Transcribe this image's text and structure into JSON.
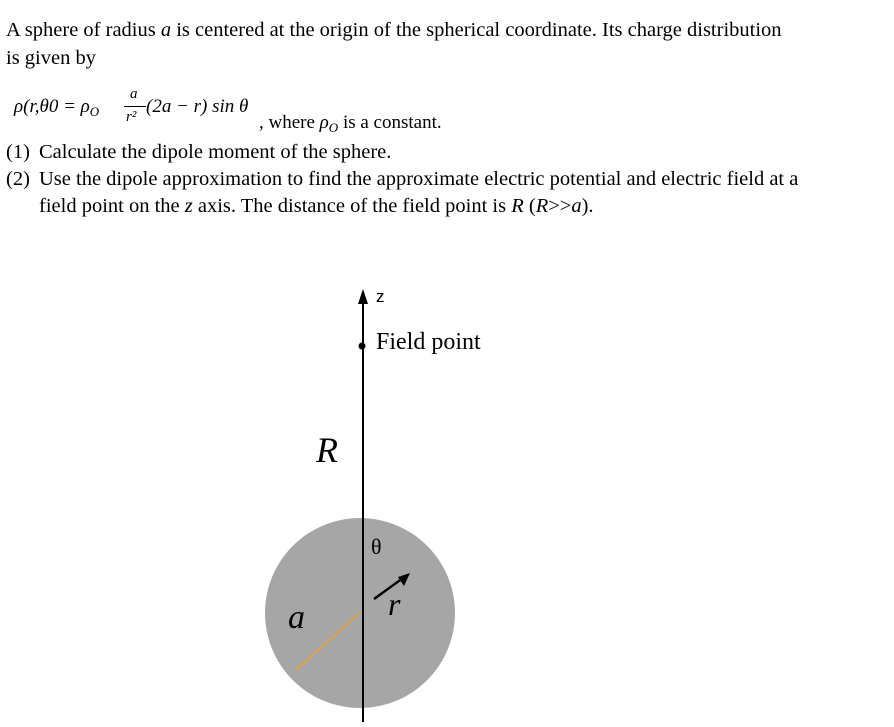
{
  "problem": {
    "line1": {
      "pre": "A sphere of radius ",
      "var_a": "a",
      "post": " is centered at the origin of the spherical coordinate.  Its charge distribution"
    },
    "line2": "is given by",
    "formula": {
      "lhs": "ρ(r,θ0 = ρ",
      "lhs_sub": "O",
      "frac_num": "a",
      "frac_den": "r²",
      "rhs": "(2a − r) sin θ"
    },
    "where": {
      "comma": ", where  ",
      "rho": "ρ",
      "rho_sub": "O",
      "post": " is a constant."
    },
    "q1": {
      "num": "(1)",
      "text": "Calculate the dipole moment of the sphere."
    },
    "q2": {
      "num": "(2)",
      "line1": "Use the dipole approximation to find the approximate electric potential and electric field at a",
      "line2_pre": "field point on the ",
      "line2_z": "z",
      "line2_mid": " axis.  The distance of the field point is ",
      "line2_R": "R",
      "line2_paren_open": " (",
      "line2_R2": "R",
      "line2_gtgt": ">>",
      "line2_a": "a",
      "line2_end": ")."
    }
  },
  "diagram": {
    "z_label": "z",
    "field_point_label": "Field point",
    "R_label": "R",
    "a_label": "a",
    "r_label": "r",
    "theta_glyph": "θ",
    "colors": {
      "sphere": "#a6a6a6",
      "axis": "#000000",
      "radius_line": "#e8a23a"
    }
  }
}
